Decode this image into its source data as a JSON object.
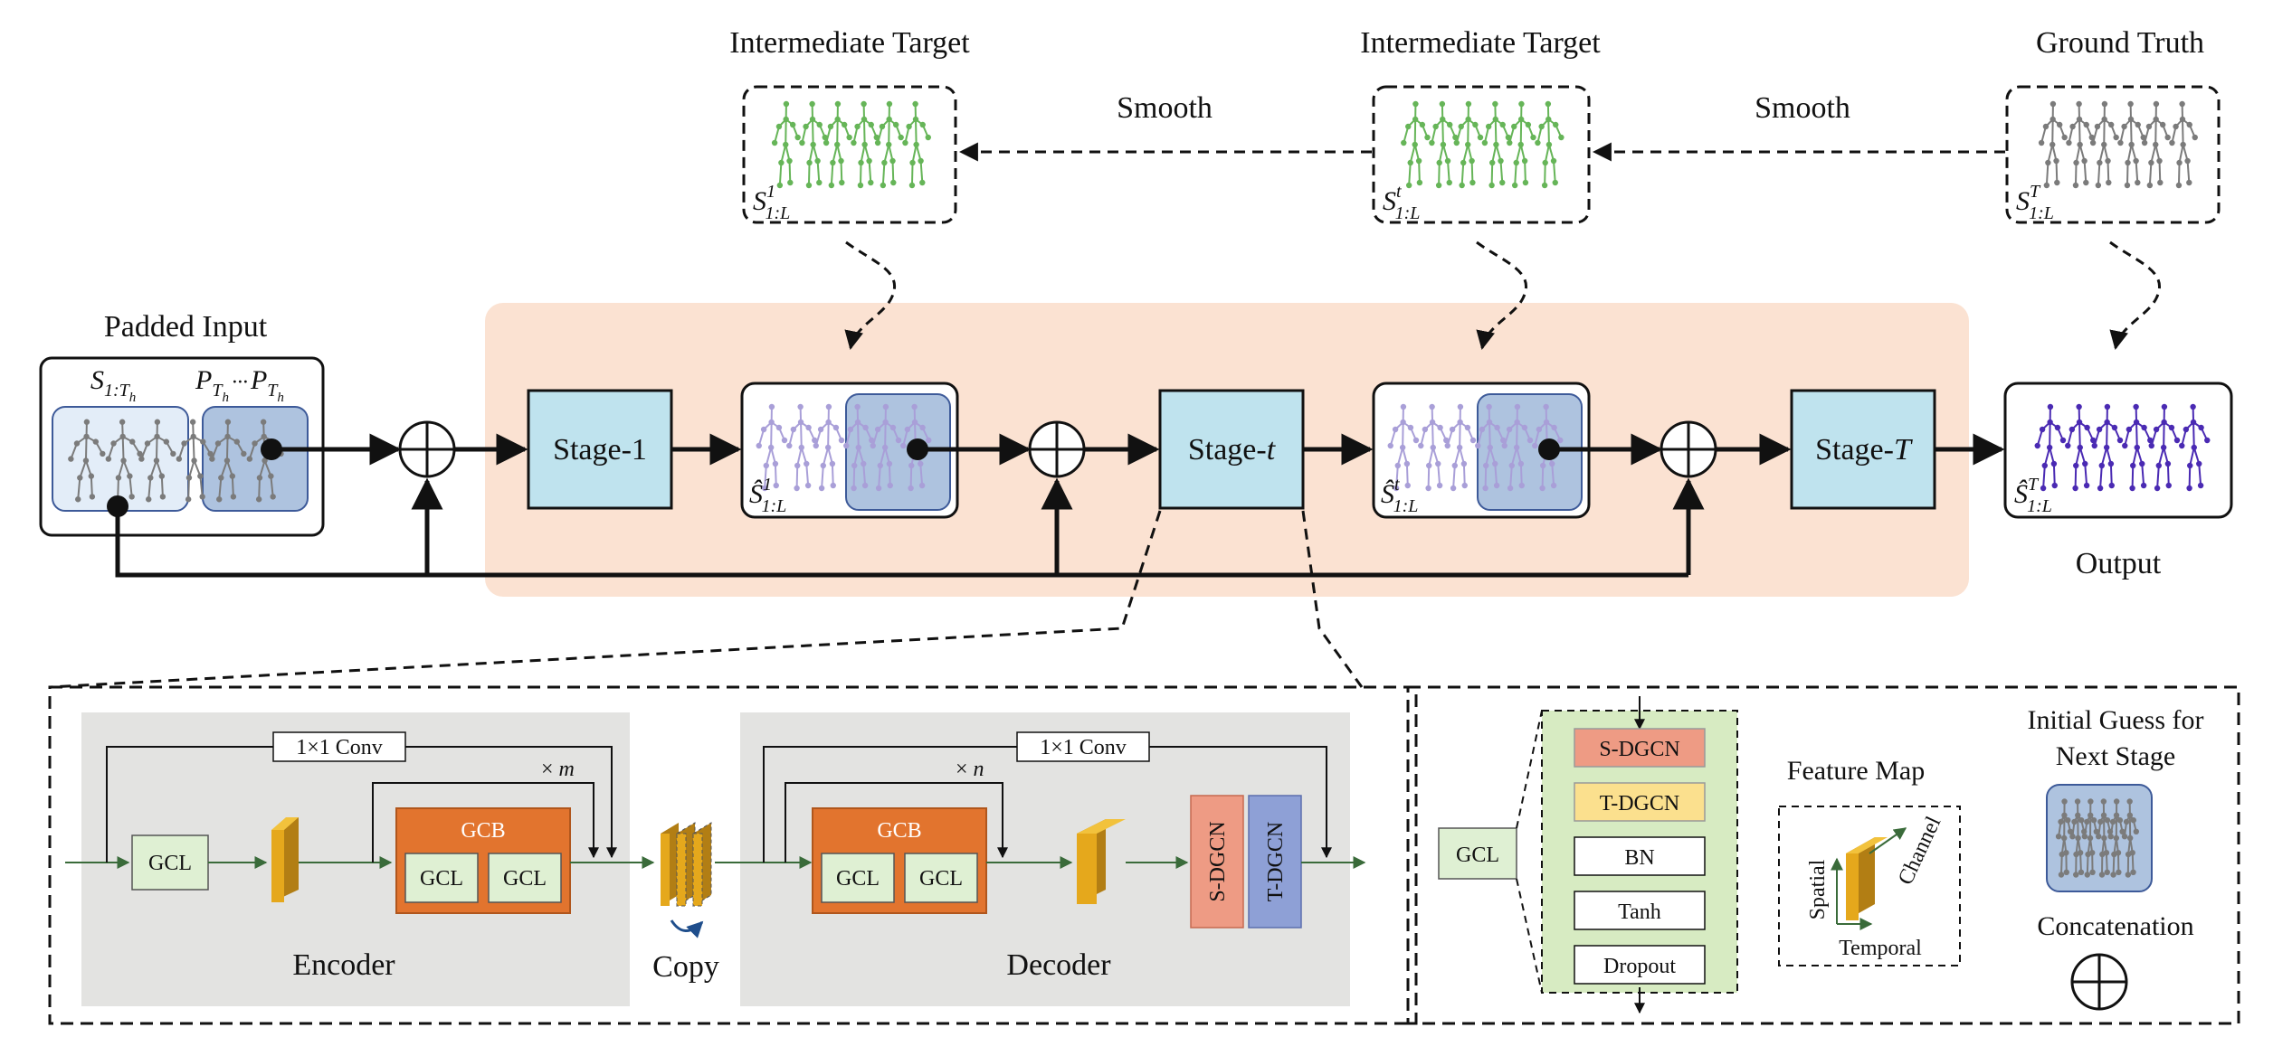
{
  "labels": {
    "intermediate_target_1": "Intermediate Target",
    "intermediate_target_2": "Intermediate Target",
    "ground_truth": "Ground Truth",
    "smooth_1": "Smooth",
    "smooth_2": "Smooth",
    "padded_input": "Padded Input",
    "output": "Output"
  },
  "math": {
    "s_target_1_base": "S",
    "s_target_1_sup": "1",
    "s_target_1_sub": "1:L",
    "s_target_t_base": "S",
    "s_target_t_sup": "t",
    "s_target_t_sub": "1:L",
    "s_truth_base": "S",
    "s_truth_sup": "T",
    "s_truth_sub": "1:L",
    "s_input_base": "S",
    "s_input_sub": "1:T",
    "s_input_subsub": "h",
    "p_input_base": "P",
    "p_input_sub": "T",
    "p_input_subsub": "h",
    "p_input_dots": "···",
    "shat_1_base": "Ŝ",
    "shat_1_sup": "1",
    "shat_1_sub": "1:L",
    "shat_t_base": "Ŝ",
    "shat_t_sup": "t",
    "shat_t_sub": "1:L",
    "shat_T_base": "Ŝ",
    "shat_T_sup": "T",
    "shat_T_sub": "1:L"
  },
  "stages": {
    "stage1_prefix": "Stage-",
    "stage1_suffix": "1",
    "staget_prefix": "Stage-",
    "staget_suffix": "t",
    "stageT_prefix": "Stage-",
    "stageT_suffix": "T"
  },
  "encoder": {
    "title": "Encoder",
    "conv": "1×1 Conv",
    "repeat_prefix": "× ",
    "repeat_var": "m",
    "gcl": "GCL",
    "gcb": "GCB",
    "gcb_gcl_1": "GCL",
    "gcb_gcl_2": "GCL"
  },
  "copy": "Copy",
  "decoder": {
    "title": "Decoder",
    "conv": "1×1 Conv",
    "repeat_prefix": "× ",
    "repeat_var": "n",
    "gcb": "GCB",
    "gcb_gcl_1": "GCL",
    "gcb_gcl_2": "GCL",
    "s_dgcn": "S-DGCN",
    "t_dgcn": "T-DGCN"
  },
  "legend": {
    "gcl": "GCL",
    "stack": [
      "S-DGCN",
      "T-DGCN",
      "BN",
      "Tanh",
      "Dropout"
    ],
    "feature_map": "Feature Map",
    "axis_spatial": "Spatial",
    "axis_channel": "Channel",
    "axis_temporal": "Temporal",
    "initial_guess_line1": "Initial Guess for",
    "initial_guess_line2": "Next Stage",
    "concatenation": "Concatenation"
  },
  "colors": {
    "orange_panel": "#fbe2d2",
    "stage_fill": "#bfe3ee",
    "gray_panel": "#e3e3e1",
    "gcb_orange": "#e2742e",
    "gcl_green": "#dff0d3",
    "s_dgcn": "#ee9b84",
    "t_dgcn": "#8ea0d6",
    "tdgcn_legend": "#fbe08e",
    "legend_green": "#d7ebc2",
    "feature_gold": "#e5a81c",
    "arrow_green": "#3a6b3a",
    "skel_green": "#66b558",
    "skel_gray": "#7b7b7b",
    "skel_purple": "#4a2ab3",
    "skel_lavender": "#a99fd8"
  }
}
